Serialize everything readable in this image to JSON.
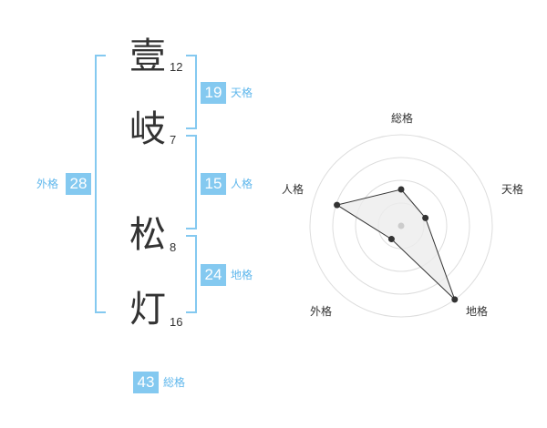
{
  "name_chars": [
    {
      "char": "壹",
      "strokes": "12"
    },
    {
      "char": "岐",
      "strokes": "7"
    },
    {
      "char": "松",
      "strokes": "8"
    },
    {
      "char": "灯",
      "strokes": "16"
    }
  ],
  "kakusu": {
    "tenkaku": {
      "value": "19",
      "label": "天格"
    },
    "jinkaku": {
      "value": "15",
      "label": "人格"
    },
    "chikaku": {
      "value": "24",
      "label": "地格"
    },
    "gaikaku": {
      "value": "28",
      "label": "外格"
    },
    "soukaku": {
      "value": "43",
      "label": "総格"
    }
  },
  "colors": {
    "accent": "#84c9f0",
    "label": "#5fb7ec",
    "text": "#333333"
  },
  "chart_data": {
    "type": "radar",
    "axes": [
      "総格",
      "天格",
      "地格",
      "外格",
      "人格"
    ],
    "values": [
      2.0,
      1.4,
      5.0,
      0.9,
      3.7
    ],
    "rmax": 5,
    "rings": 4
  }
}
